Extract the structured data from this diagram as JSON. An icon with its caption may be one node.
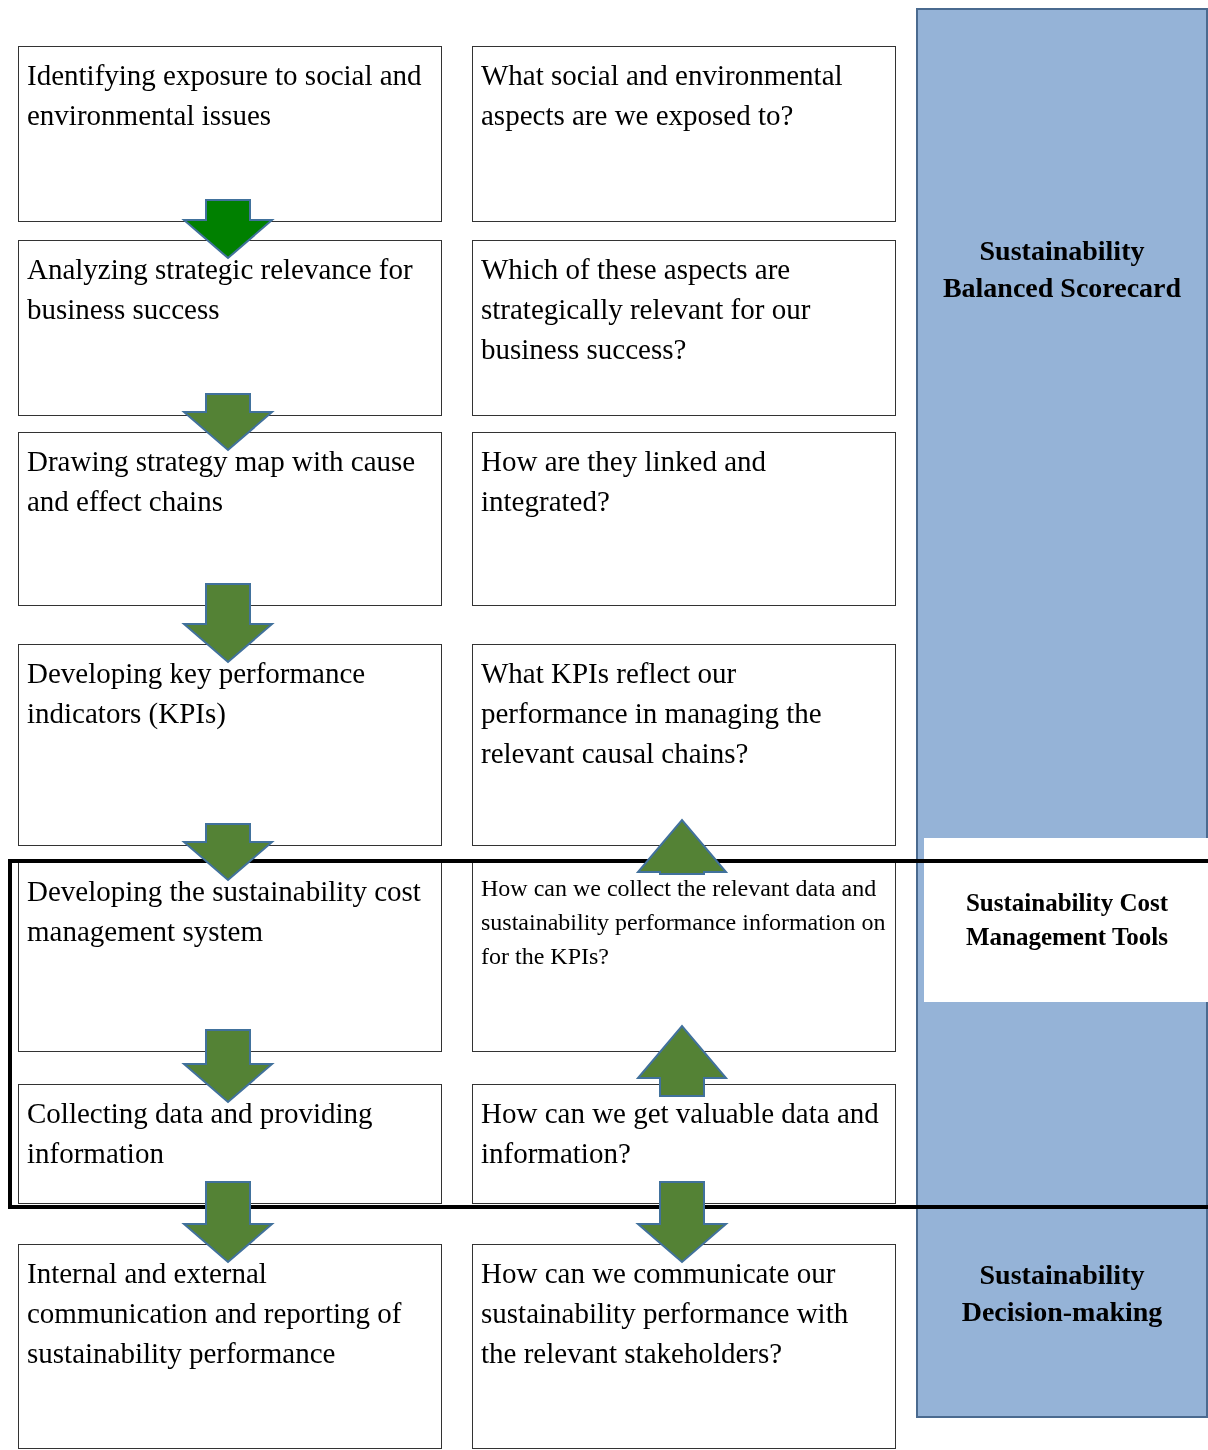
{
  "diagram": {
    "nodes": [
      {
        "text": [
          "Identifying exposure to social and environmental issues"
        ]
      },
      {
        "text": [
          "What social and environmental aspects are we exposed to?"
        ]
      },
      {
        "text": [
          "Analyzing strategic relevance for business success"
        ]
      },
      {
        "text": [
          "Which of these aspects are strategically relevant for our business success?"
        ]
      },
      {
        "text": [
          "Drawing strategy map with cause and effect chains"
        ]
      },
      {
        "text": [
          "How are they linked and integrated?"
        ]
      },
      {
        "text": [
          "Developing key performance indicators (KPIs)"
        ]
      },
      {
        "text": [
          "What KPIs reflect our performance in managing the relevant causal chains?"
        ]
      },
      {
        "text": [
          "Developing the sustainability cost management system"
        ]
      },
      {
        "text": [
          "How can we collect the relevant data and sustainability performance information on for the KPIs?"
        ]
      },
      {
        "text": [
          "Collecting data and providing information"
        ]
      },
      {
        "text": [
          "How can we get valuable data and information?"
        ]
      },
      {
        "text": [
          "Internal and external communication and reporting of sustainability performance"
        ]
      },
      {
        "text": [
          "How can we communicate our sustainability performance with the relevant stakeholders?"
        ]
      },
      {
        "text": [
          "Sustainability Balanced Scorecard",
          "Sustainability Decision-making"
        ]
      },
      {
        "text": [
          "Sustainability Cost Management Tools"
        ],
        "in": 14
      }
    ],
    "edges": [
      {
        "from": 0,
        "to": 2,
        "arrow": "to",
        "color": "#008000"
      },
      {
        "from": 2,
        "to": 4,
        "arrow": "to"
      },
      {
        "from": 4,
        "to": 6,
        "arrow": "to"
      },
      {
        "from": 6,
        "to": 8,
        "arrow": "to"
      },
      {
        "from": 8,
        "to": 10,
        "arrow": "to"
      },
      {
        "from": 10,
        "to": 12,
        "arrow": "to"
      },
      {
        "from": 9,
        "to": 7,
        "arrow": "to"
      },
      {
        "from": 11,
        "to": 9,
        "arrow": "to"
      },
      {
        "from": 11,
        "to": 13,
        "arrow": "to"
      }
    ]
  }
}
